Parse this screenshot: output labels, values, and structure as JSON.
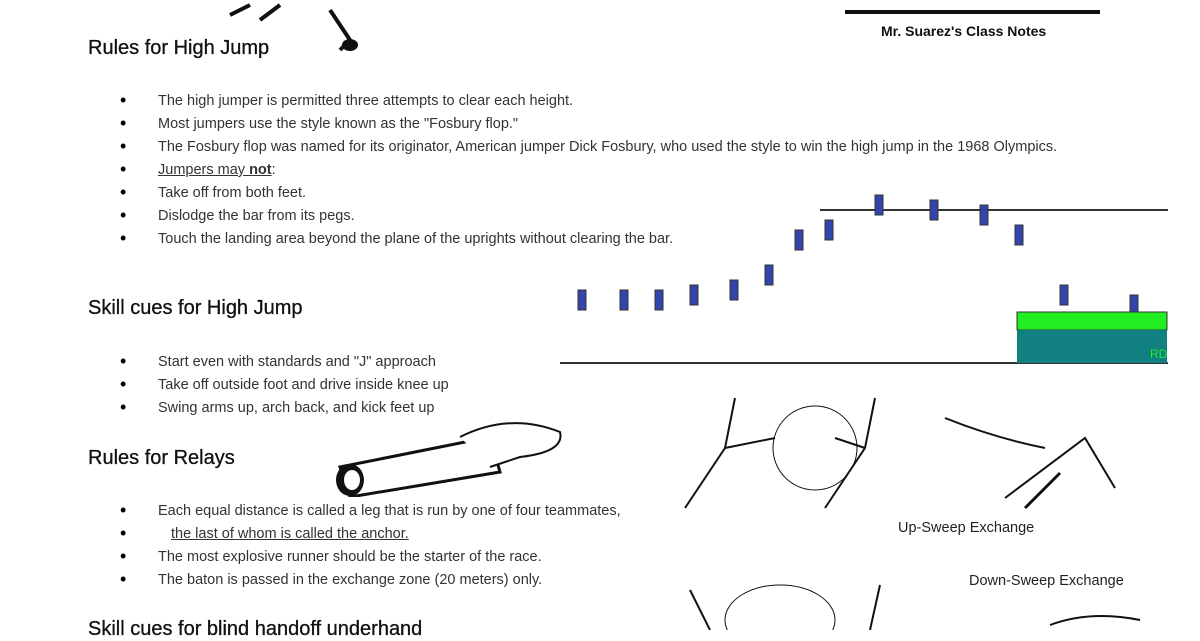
{
  "header": {
    "class_notes": "Mr. Suarez's Class Notes"
  },
  "sections": [
    {
      "title": "Rules for High Jump",
      "items": [
        "The high jumper is permitted three attempts to clear each height.",
        "Most jumpers use the style known as the \"Fosbury flop.\"",
        "The Fosbury flop was named for its originator, American jumper Dick Fosbury, who used the style to win the high jump in the 1968 Olympics.",
        "Take off from both feet.",
        "Dislodge the bar from its pegs.",
        "Touch the landing area beyond the plane of the uprights without clearing the bar."
      ],
      "not_item": {
        "pre": "Jumpers may ",
        "bold": "not",
        "post": ":"
      }
    },
    {
      "title": "Skill cues for High Jump",
      "items": [
        "Start even with standards and \"J\" approach",
        "Take off outside foot and drive inside knee up",
        "Swing arms up, arch back, and kick feet up"
      ]
    },
    {
      "title": "Rules for Relays",
      "items": [
        "Each equal distance is called a leg that is run by one of four teammates,",
        "the last of whom is called the anchor.",
        "The most explosive runner should be the starter of the race.",
        "The baton is passed in the exchange zone (20 meters) only."
      ]
    },
    {
      "title": "Skill cues for blind handoff underhand"
    }
  ],
  "captions": {
    "up_sweep": "Up-Sweep Exchange",
    "down_sweep": "Down-Sweep Exchange",
    "mat_initials": "RD"
  },
  "colors": {
    "mat_top": "#22ee22",
    "mat_base": "#108080"
  }
}
